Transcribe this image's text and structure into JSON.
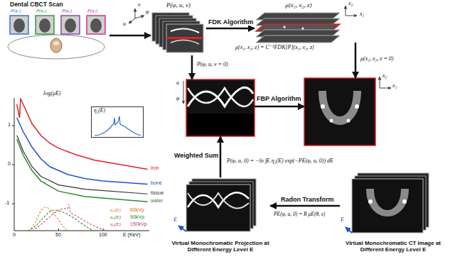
{
  "diagram": {
    "nodes": [
      {
        "text": [
          "Dental CBCT Scan"
        ]
      },
      {
        "text": [
          "P(φ, u, v)"
        ]
      },
      {
        "text": [
          "μ(x₁, x₂, z)"
        ]
      },
      {
        "text": [
          "u",
          "φ"
        ]
      },
      {
        "text": [
          "x₂",
          "x₁"
        ]
      },
      {
        "text": [
          "Virtual Monochromatic Projection at Different Energy Level E"
        ]
      },
      {
        "text": [
          "Virtual Monochromatic CT Image at Different Energy Level E"
        ]
      },
      {
        "text": [
          "η₂(E)"
        ]
      }
    ],
    "edges": [
      {
        "from": 0,
        "to": 1,
        "arrow": "to"
      },
      {
        "from": 1,
        "to": 2,
        "label": "FDK Algorithm",
        "arrow": "to"
      },
      {
        "from": 1,
        "to": 3,
        "label": "P(φ, u, v = 0)",
        "arrow": "to"
      },
      {
        "from": 2,
        "to": 4,
        "label": "μ(x₁, x₂, z = 0)",
        "arrow": "to"
      },
      {
        "from": 3,
        "to": 4,
        "label": "FBP Algorithm",
        "arrow": "to"
      },
      {
        "from": 5,
        "to": 3,
        "label": "Weighted Sum",
        "arrow": "to"
      },
      {
        "from": 6,
        "to": 5,
        "label": "Radon Transform",
        "arrow": "to"
      }
    ],
    "labels": [
      "P(φ₁)",
      "P(φ₂)",
      "P(φ₃)",
      "P(φ₄)",
      "v",
      "u",
      "φ",
      "x₂",
      "x₁",
      "μ(x₁, x₂, z) = C⁻¹FDK[P](x₁, x₂, z)",
      "log(μE)",
      "1",
      "0",
      "-1",
      "0",
      "50",
      "100",
      "E (KeV)",
      "iron",
      "bone",
      "tissue",
      "water",
      "η₁(E)",
      "60kVp",
      "η₂(E)",
      "90kVp",
      "η₃(E)",
      "150kVp",
      "P(φ, u, 0) = −ln ∫E η₂(E) exp(−PE(φ, u, 0)) dE",
      "PE(φ, u, 0) = R μE(θ, s)",
      "E",
      "E"
    ]
  }
}
